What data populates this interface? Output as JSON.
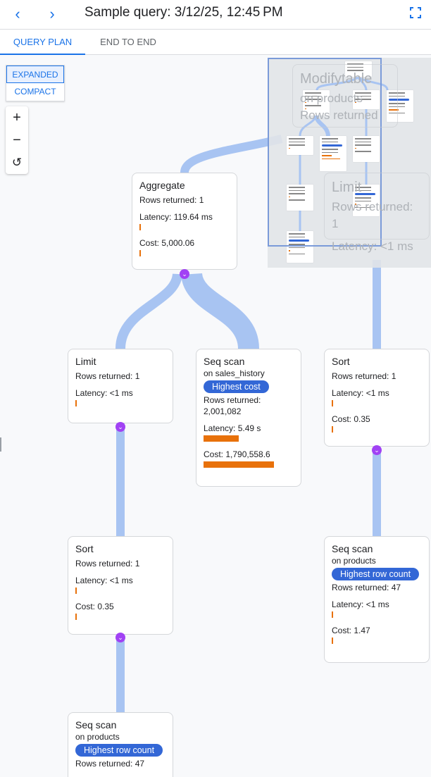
{
  "header": {
    "title": "Sample query: 3/12/25, 12:45 PM",
    "back_icon": "chevron-left-icon",
    "forward_icon": "chevron-right-icon",
    "fullscreen_icon": "fullscreen-icon"
  },
  "tabs": [
    {
      "label": "QUERY PLAN",
      "active": true
    },
    {
      "label": "END TO END",
      "active": false
    }
  ],
  "view_toggle": {
    "options": [
      "EXPANDED",
      "COMPACT"
    ],
    "selected": "EXPANDED"
  },
  "zoom_controls": {
    "zoom_in": "+",
    "zoom_out": "−",
    "reset": "↺"
  },
  "colors": {
    "accent": "#1a73e8",
    "badge": "#3367d6",
    "bar": "#e8710a",
    "edge": "#a8c4f2",
    "expander": "#a142f4"
  },
  "nodes": {
    "modifytable": {
      "title": "Modifytable",
      "on": "on products",
      "rows": "Rows returned"
    },
    "limit_top": {
      "title": "Limit",
      "rows": "Rows returned: 1",
      "latency": "Latency: <1 ms"
    },
    "aggregate": {
      "title": "Aggregate",
      "rows": "Rows returned: 1",
      "latency": "Latency: 119.64 ms",
      "cost": "Cost: 5,000.06"
    },
    "limit": {
      "title": "Limit",
      "rows": "Rows returned: 1",
      "latency": "Latency: <1 ms"
    },
    "seq_sales": {
      "title": "Seq scan",
      "on": "on sales_history",
      "badge": "Highest cost",
      "rows": "Rows returned: 2,001,082",
      "latency": "Latency: 5.49 s",
      "cost": "Cost: 1,790,558.6"
    },
    "sort_right": {
      "title": "Sort",
      "rows": "Rows returned: 1",
      "latency": "Latency: <1 ms",
      "cost": "Cost: 0.35"
    },
    "sort_left": {
      "title": "Sort",
      "rows": "Rows returned: 1",
      "latency": "Latency: <1 ms",
      "cost": "Cost: 0.35"
    },
    "seq_products_right": {
      "title": "Seq scan",
      "on": "on products",
      "badge": "Highest row count",
      "rows": "Rows returned: 47",
      "latency": "Latency: <1 ms",
      "cost": "Cost: 1.47"
    },
    "seq_products_left": {
      "title": "Seq scan",
      "on": "on products",
      "badge": "Highest row count",
      "rows": "Rows returned: 47"
    }
  }
}
